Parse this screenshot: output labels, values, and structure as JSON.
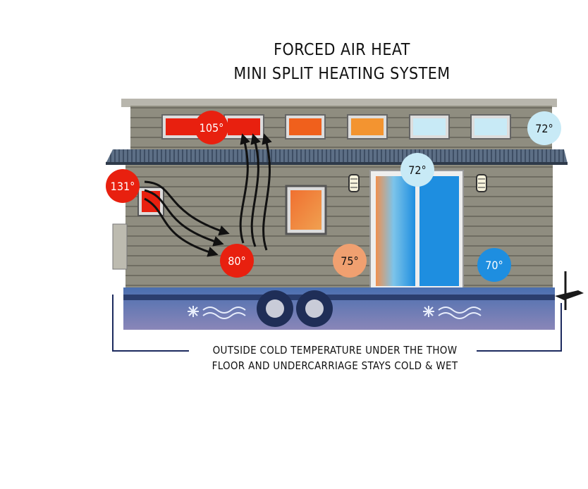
{
  "title": {
    "line1": "FORCED AIR HEAT",
    "line2": "MINI SPLIT HEATING SYSTEM"
  },
  "temperatures": {
    "vent_outlet": "105°",
    "heater_unit": "131°",
    "floor_left": "80°",
    "middle": "75°",
    "floor_right": "70°",
    "door_upper": "72°",
    "ceiling_right": "72°"
  },
  "caption": {
    "line1": "OUTSIDE COLD TEMPERATURE UNDER THE THOW",
    "line2": "FLOOR AND UNDERCARRIAGE STAYS COLD & WET"
  },
  "colors": {
    "hot": "#e8200f",
    "warm": "#f0a070",
    "cool": "#c8eaf6",
    "cold": "#1e8ee0",
    "bracket": "#1c2a5e",
    "siding": "#8c8b7f"
  }
}
